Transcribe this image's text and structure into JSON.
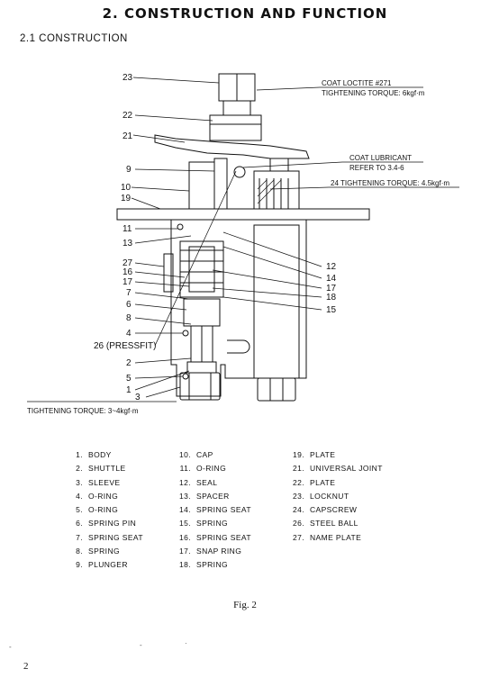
{
  "page": {
    "title": "2. CONSTRUCTION AND FUNCTION",
    "section": "2.1 CONSTRUCTION",
    "figure_caption": "Fig. 2",
    "page_number": "2"
  },
  "callouts": {
    "loctite": "COAT LOCTITE #271",
    "torque_6": "TIGHTENING TORQUE: 6kgf·m",
    "lubricant": "COAT LUBRICANT",
    "refer": "REFER TO 3.4-6",
    "torque_24": "24 TIGHTENING TORQUE: 4.5kgf·m",
    "torque_bottom": "TIGHTENING TORQUE: 3~4kgf·m",
    "pressfit": "26 (PRESSFIT)"
  },
  "leader_numbers": {
    "n23": "23",
    "n22": "22",
    "n21": "21",
    "n9": "9",
    "n10": "10",
    "n19": "19",
    "n11": "11",
    "n13": "13",
    "n27": "27",
    "n16": "16",
    "n17a": "17",
    "n7": "7",
    "n6": "6",
    "n8": "8",
    "n4": "4",
    "n2": "2",
    "n5": "5",
    "n1": "1",
    "n3": "3",
    "n12": "12",
    "n14": "14",
    "n17b": "17",
    "n18": "18",
    "n15": "15"
  },
  "parts_list": {
    "col1": [
      {
        "num": "1.",
        "name": "BODY"
      },
      {
        "num": "2.",
        "name": "SHUTTLE"
      },
      {
        "num": "3.",
        "name": "SLEEVE"
      },
      {
        "num": "4.",
        "name": "O-RING"
      },
      {
        "num": "5.",
        "name": "O-RING"
      },
      {
        "num": "6.",
        "name": "SPRING PIN"
      },
      {
        "num": "7.",
        "name": "SPRING SEAT"
      },
      {
        "num": "8.",
        "name": "SPRING"
      },
      {
        "num": "9.",
        "name": "PLUNGER"
      }
    ],
    "col2": [
      {
        "num": "10.",
        "name": "CAP"
      },
      {
        "num": "11.",
        "name": "O-RING"
      },
      {
        "num": "12.",
        "name": "SEAL"
      },
      {
        "num": "13.",
        "name": "SPACER"
      },
      {
        "num": "14.",
        "name": "SPRING SEAT"
      },
      {
        "num": "15.",
        "name": "SPRING"
      },
      {
        "num": "16.",
        "name": "SPRING SEAT"
      },
      {
        "num": "17.",
        "name": "SNAP RING"
      },
      {
        "num": "18.",
        "name": "SPRING"
      }
    ],
    "col3": [
      {
        "num": "19.",
        "name": "PLATE"
      },
      {
        "num": "21.",
        "name": "UNIVERSAL JOINT"
      },
      {
        "num": "22.",
        "name": "PLATE"
      },
      {
        "num": "23.",
        "name": "LOCKNUT"
      },
      {
        "num": "24.",
        "name": "CAPSCREW"
      },
      {
        "num": "26.",
        "name": "STEEL BALL"
      },
      {
        "num": "27.",
        "name": "NAME PLATE"
      }
    ]
  }
}
